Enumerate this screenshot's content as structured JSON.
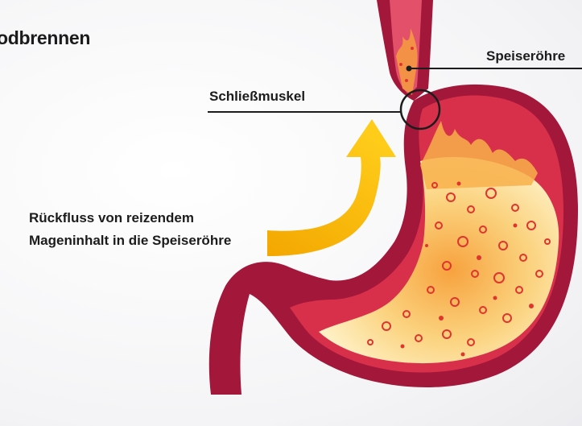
{
  "title": "odbrennen",
  "labels": {
    "speiseroehre": "Speiseröhre",
    "schliessmuskel": "Schließmuskel",
    "reflux_line1": "Rückfluss von reizendem",
    "reflux_line2": "Mageninhalt in die Speiseröhre"
  },
  "colors": {
    "stomach_wall": "#a3173a",
    "stomach_inner": "#d8304a",
    "acid_light": "#fde8a8",
    "acid_orange": "#f6a13a",
    "bubble": "#e0352f",
    "arrow": "#f5b800",
    "line": "#1c1c1c"
  },
  "icons": {
    "arrow": "curved-up-arrow",
    "marker": "sphincter-circle"
  }
}
